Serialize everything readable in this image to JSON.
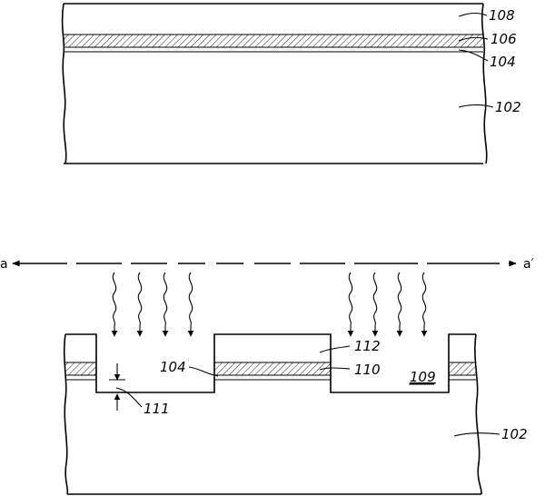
{
  "figure_a": {
    "labels": {
      "top_layer": "108",
      "hatched_layer": "106",
      "thin_layer": "104",
      "substrate": "102"
    }
  },
  "figure_b": {
    "labels": {
      "mask": "112",
      "hatched_layer": "110",
      "thin_layer": "104",
      "recess": "109",
      "depth": "111",
      "substrate": "102"
    },
    "axis": {
      "left_label": "a",
      "right_label": "a′"
    }
  },
  "icons": {
    "radiation": "wavy-arrow-icon",
    "axis": "double-arrow-icon"
  },
  "colors": {
    "line": "#000000",
    "background": "#ffffff"
  }
}
